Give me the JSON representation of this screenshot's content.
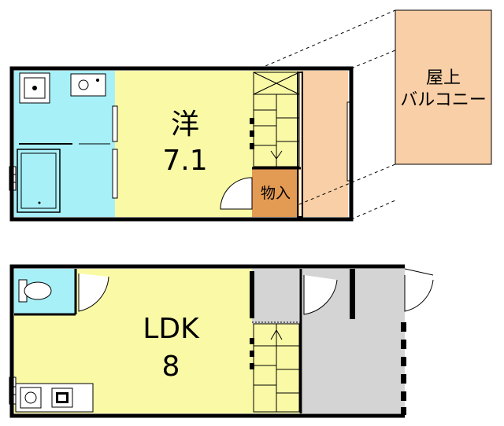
{
  "floor2": {
    "western_room": {
      "name": "洋",
      "size": "7.1"
    },
    "storage": "物入"
  },
  "roof_balcony": {
    "line1": "屋上",
    "line2": "バルコニー"
  },
  "floor1": {
    "ldk": {
      "name": "LDK",
      "size": "8"
    }
  },
  "colors": {
    "room_yellow": "#fafaa6",
    "wet_cyan": "#a8f0f8",
    "balcony_peach": "#f8cfa6",
    "storage_orange": "#e39a53",
    "floor_gray": "#d4d4d4",
    "wall": "#000000"
  }
}
